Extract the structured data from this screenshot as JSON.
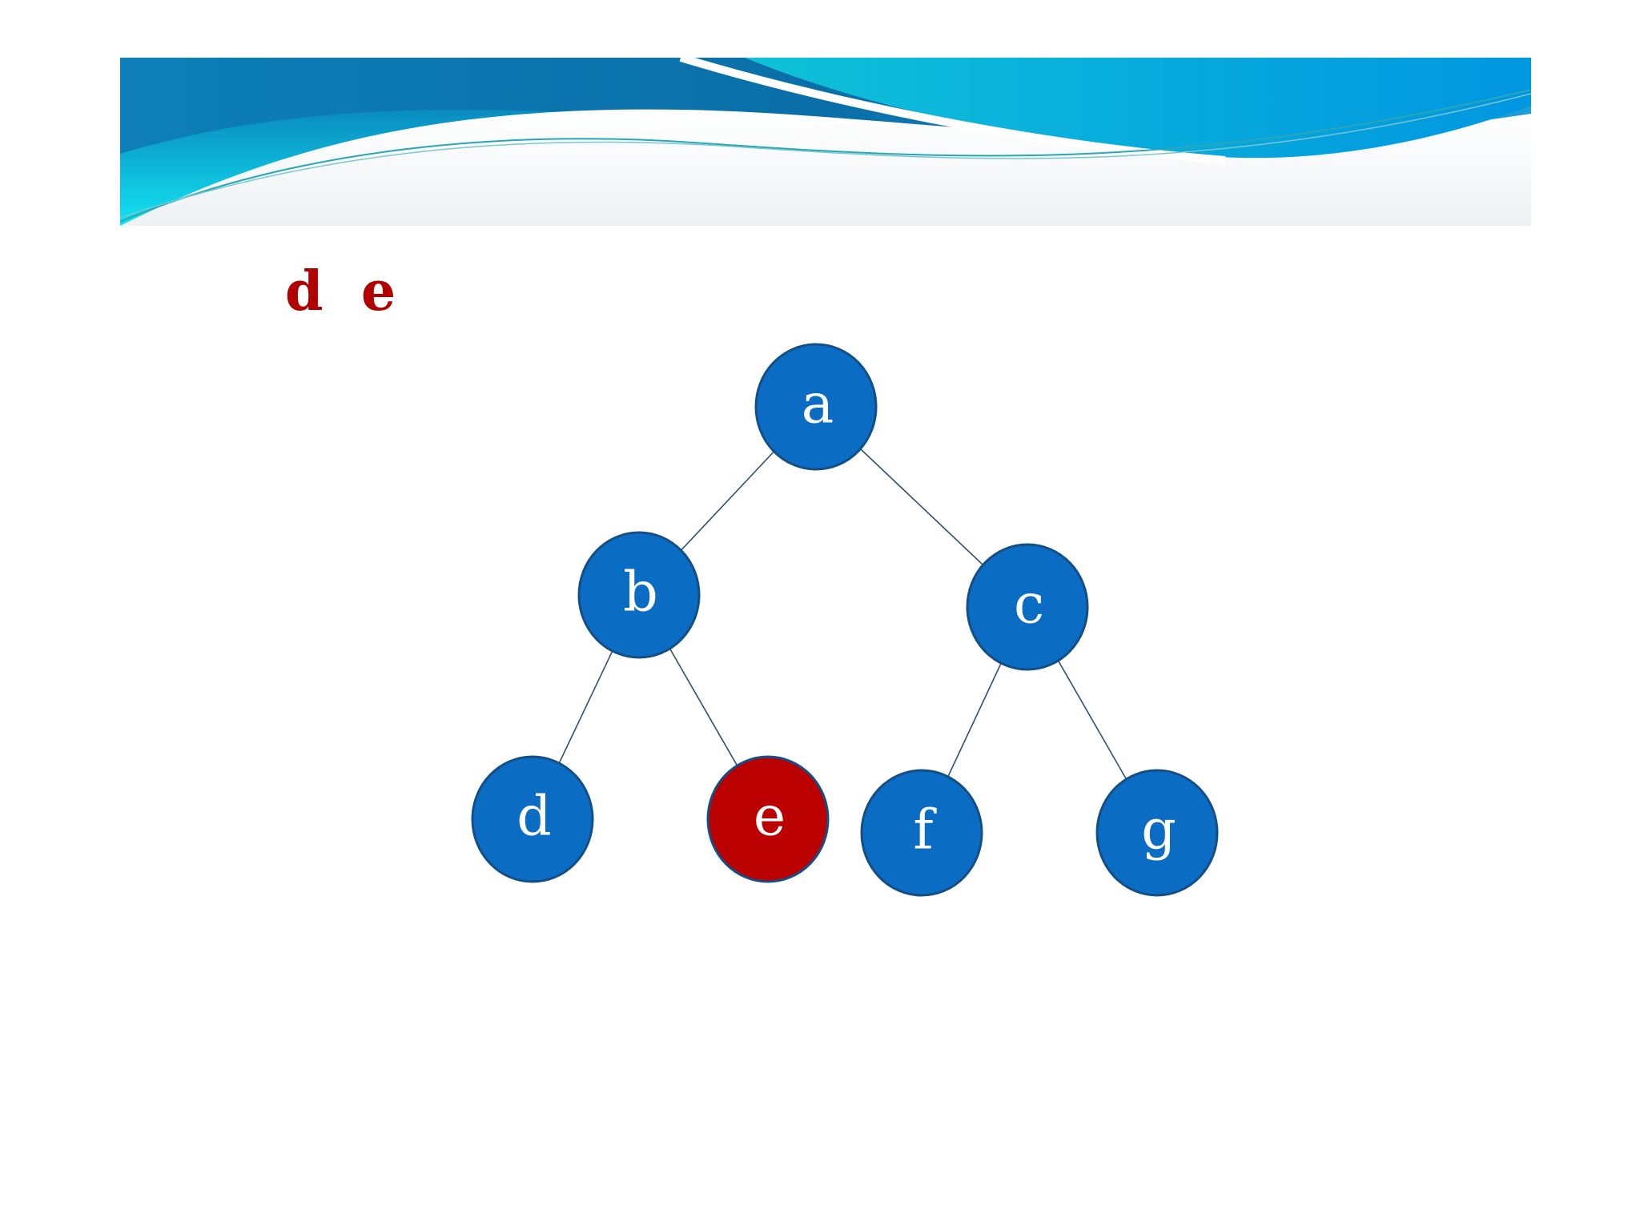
{
  "traversal_text": "d  e",
  "colors": {
    "node_fill": "#0b6cc4",
    "node_stroke": "#134f86",
    "highlight_fill": "#bb0000",
    "edge": "#2f4f6f",
    "accent_text": "#b00000"
  },
  "tree": {
    "nodes": [
      {
        "id": "a",
        "label": "a",
        "highlight": false
      },
      {
        "id": "b",
        "label": "b",
        "highlight": false
      },
      {
        "id": "c",
        "label": "c",
        "highlight": false
      },
      {
        "id": "d",
        "label": "d",
        "highlight": false
      },
      {
        "id": "e",
        "label": "e",
        "highlight": true
      },
      {
        "id": "f",
        "label": "f",
        "highlight": false
      },
      {
        "id": "g",
        "label": "g",
        "highlight": false
      }
    ],
    "edges": [
      {
        "from": "a",
        "to": "b"
      },
      {
        "from": "a",
        "to": "c"
      },
      {
        "from": "b",
        "to": "d"
      },
      {
        "from": "b",
        "to": "e"
      },
      {
        "from": "c",
        "to": "f"
      },
      {
        "from": "c",
        "to": "g"
      }
    ]
  }
}
